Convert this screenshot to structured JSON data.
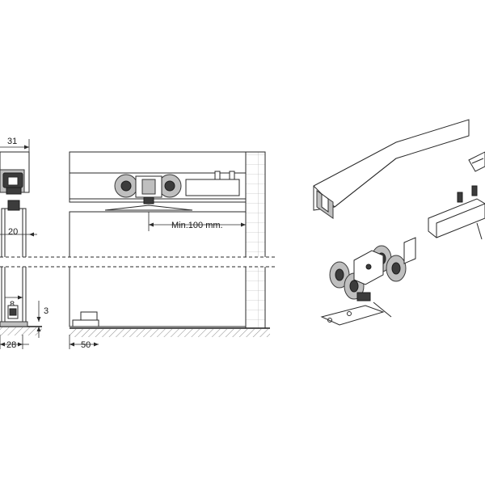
{
  "dimensions": {
    "width_top": "31",
    "height_20": "20",
    "gap_8": "8",
    "gap_3": "3",
    "width_bottom": "28",
    "guide_offset": "50",
    "min_clearance": "Min.100 mm."
  },
  "colors": {
    "line": "#2a2a2a",
    "fill_grey": "#bfbfbf",
    "fill_dark": "#3c3c3c",
    "break_band": "#ffffff"
  }
}
